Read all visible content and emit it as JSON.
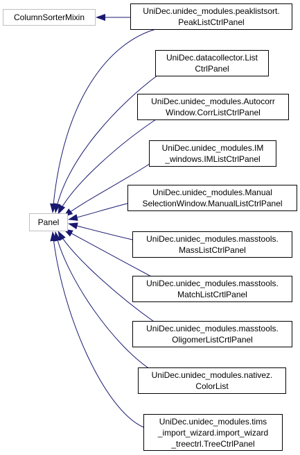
{
  "colors": {
    "edge": "#191970",
    "node_border": "#000000",
    "external_border": "#bfbfbf"
  },
  "nodes": {
    "column_sorter": "ColumnSorterMixin",
    "panel": "Panel",
    "peak": "UniDec.unidec_modules.peaklistsort.\nPeakListCtrlPanel",
    "datacollector": "UniDec.datacollector.List\nCtrlPanel",
    "autocorr": "UniDec.unidec_modules.Autocorr\nWindow.CorrListCtrlPanel",
    "im": "UniDec.unidec_modules.IM\n_windows.IMListCtrlPanel",
    "manual": "UniDec.unidec_modules.Manual\nSelectionWindow.ManualListCtrlPanel",
    "mass": "UniDec.unidec_modules.masstools.\nMassListCtrlPanel",
    "match": "UniDec.unidec_modules.masstools.\nMatchListCrtlPanel",
    "oligomer": "UniDec.unidec_modules.masstools.\nOligomerListCrtlPanel",
    "colorlist": "UniDec.unidec_modules.nativez.\nColorList",
    "tree": "UniDec.unidec_modules.tims\n_import_wizard.import_wizard\n_treectrl.TreeCtrlPanel"
  }
}
